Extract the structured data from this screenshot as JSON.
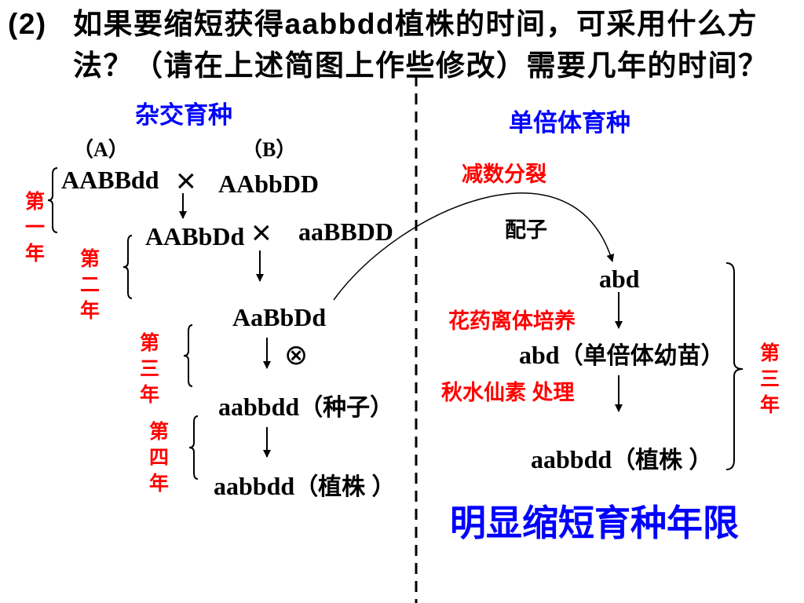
{
  "question": {
    "number": "(2)",
    "line1": "如果要缩短获得aabbdd植株的时间，可采用什么方",
    "line2": "法？（请在上述简图上作些修改）需要几年的时间？"
  },
  "hybrid_breeding": {
    "heading": "杂交育种",
    "parent_a": {
      "label": "（A）",
      "genotype": "AABBdd"
    },
    "parent_b": {
      "label": "（B）",
      "genotype": "AAbbDD"
    },
    "cross_1_symbol": "×",
    "first_offspring": {
      "genotype": "AABbDd",
      "cross_symbol": "×"
    },
    "parent_c": {
      "genotype": "aaBBDD"
    },
    "second_offspring": {
      "genotype": "AaBbDd",
      "self_symbol": "⊗"
    },
    "seeds": {
      "genotype": "aabbdd",
      "note": "（种子）"
    },
    "plants": {
      "genotype": "aabbdd",
      "note": "（植株 ）"
    },
    "years": [
      "第一年",
      "第二年",
      "第三年",
      "第四年"
    ]
  },
  "haploid_breeding": {
    "heading": "单倍体育种",
    "step_meiosis": "减数分裂",
    "gametes_label": "配子",
    "gamete_genotype": "abd",
    "step_anther_culture": "花药离体培养",
    "seedling": {
      "genotype": "abd",
      "note": "（单倍体幼苗）"
    },
    "step_colchicine": "秋水仙素 处理",
    "plants": {
      "genotype": "aabbdd",
      "note": "（植株 ）"
    },
    "year": "第三年"
  },
  "conclusion": "明显缩短育种年限",
  "colors": {
    "text": "#000000",
    "heading_blue": "#0000ff",
    "label_red": "#ff0000",
    "background": "#ffffff"
  }
}
